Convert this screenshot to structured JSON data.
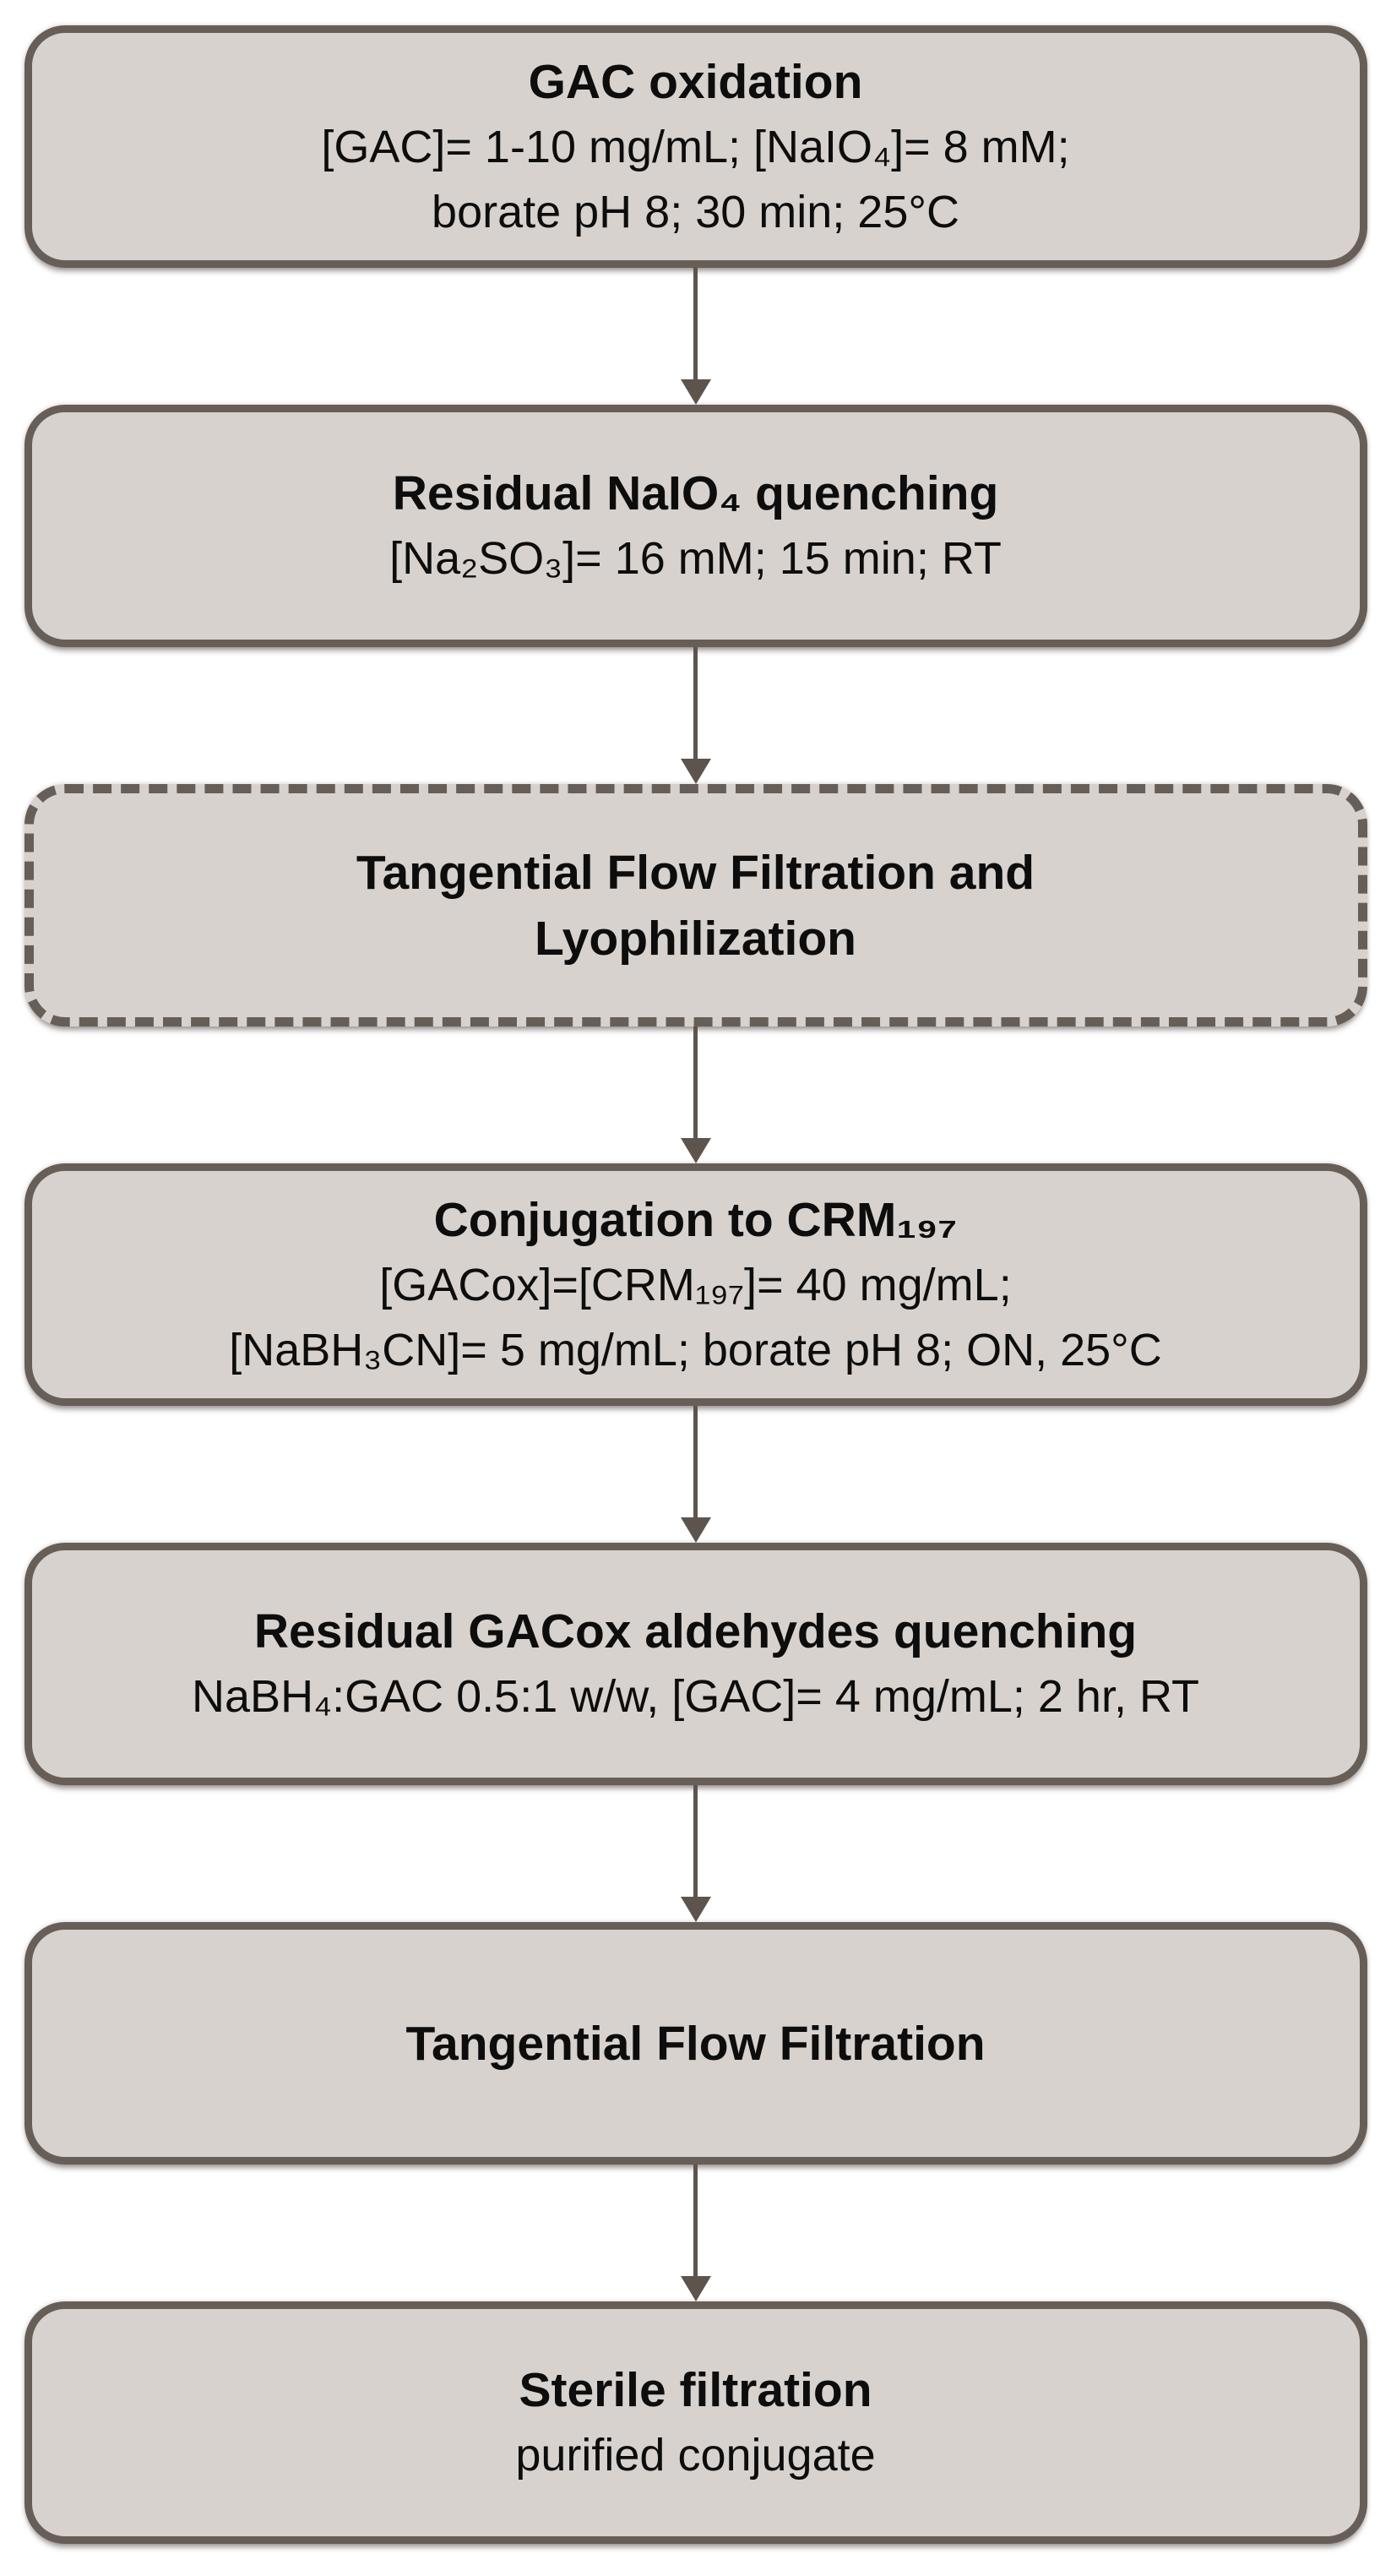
{
  "colors": {
    "background": "#ffffff",
    "box_fill": "#d8d2ce",
    "box_border": "#675e57",
    "arrow": "#5d544e",
    "text": "#0d0d0d"
  },
  "boxes": [
    {
      "id": "gac-oxidation",
      "border_style": "solid",
      "title_lines": [
        "GAC oxidation"
      ],
      "body_lines": [
        "[GAC]= 1-10 mg/mL; [NaIO₄]= 8 mM;",
        "borate pH 8; 30 min; 25°C"
      ]
    },
    {
      "id": "residual-naio4-quenching",
      "border_style": "solid",
      "title_lines": [
        "Residual NaIO₄ quenching"
      ],
      "body_lines": [
        "[Na₂SO₃]= 16 mM; 15 min; RT"
      ]
    },
    {
      "id": "tff-and-lyophilization",
      "border_style": "dashed",
      "title_lines": [
        "Tangential Flow Filtration and",
        "Lyophilization"
      ],
      "body_lines": []
    },
    {
      "id": "conjugation-to-crm197",
      "border_style": "solid",
      "title_lines": [
        "Conjugation to CRM₁₉₇"
      ],
      "body_lines": [
        "[GACox]=[CRM₁₉₇]= 40 mg/mL;",
        "[NaBH₃CN]= 5 mg/mL; borate pH 8; ON, 25°C"
      ]
    },
    {
      "id": "residual-gacox-aldehydes-quenching",
      "border_style": "solid",
      "title_lines": [
        "Residual GACox aldehydes quenching"
      ],
      "body_lines": [
        "NaBH₄:GAC 0.5:1 w/w, [GAC]= 4 mg/mL; 2 hr, RT"
      ]
    },
    {
      "id": "tangential-flow-filtration",
      "border_style": "solid",
      "title_lines": [
        "Tangential Flow Filtration"
      ],
      "body_lines": []
    },
    {
      "id": "sterile-filtration",
      "border_style": "solid",
      "title_lines": [
        "Sterile filtration"
      ],
      "body_lines": [
        "purified conjugate"
      ]
    }
  ]
}
